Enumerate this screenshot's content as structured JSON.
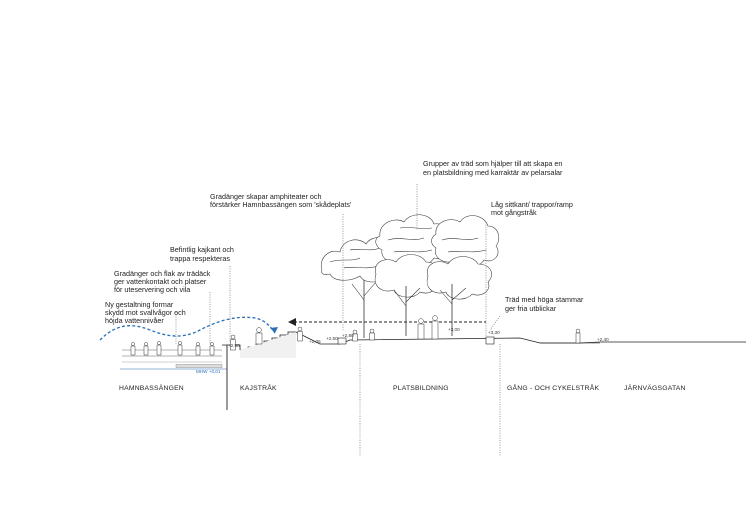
{
  "annotations": {
    "wave": [
      "Ny gestaltning formar",
      "skydd mot svallvågor och",
      "höjda vattennivåer"
    ],
    "gradanger_flak": [
      "Gradänger och flak av trädäck",
      "ger vattenkontakt och platser",
      "för uteservering och vila"
    ],
    "kajkant": [
      "Befintlig kajkant och",
      "trappa respekteras"
    ],
    "amphiteater": [
      "Gradänger skapar amphiteater och",
      "förstärker Hamnbassängen som 'skådeplats'"
    ],
    "trad_grupper": [
      "Grupper av träd som hjälper till att skapa en",
      "en platsbildning med karraktär av pelarsalar"
    ],
    "sittkant": [
      "Låg sittkant/ trappor/ramp",
      "mot gångstråk"
    ],
    "trad_stammar": [
      "Träd med höga stammar",
      "ger fria utblickar"
    ]
  },
  "zones": {
    "hamn": "HAMNBASSÄNGEN",
    "kaj": "KAJSTRÅK",
    "plats": "PLATSBILDNING",
    "gang": "GÅNG - OCH CYKELSTRÅK",
    "jarn": "JÄRNVÄGSGATAN"
  },
  "levels": {
    "l1": "+2,50",
    "l2": "+2,05",
    "l3": "+2,50",
    "l4": "+2,80",
    "l5": "+3,00",
    "l6": "+3,30",
    "l7": "+2,40",
    "mhw": "MHW +0,01"
  },
  "colors": {
    "ink": "#222222",
    "water": "#2a6fb8",
    "tree": "#333333"
  }
}
